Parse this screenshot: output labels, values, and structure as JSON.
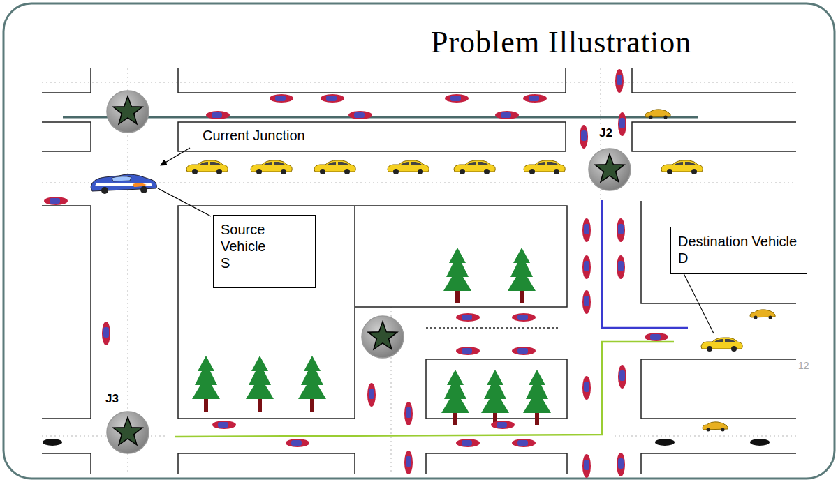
{
  "diagram": {
    "title": "Problem Illustration",
    "nodes": [
      {
        "text": [
          "Source Vehicle S"
        ]
      },
      {
        "text": [
          "Destination Vehicle D"
        ]
      }
    ],
    "labels": [
      "Current Junction",
      "J2",
      "J3",
      "12"
    ]
  }
}
